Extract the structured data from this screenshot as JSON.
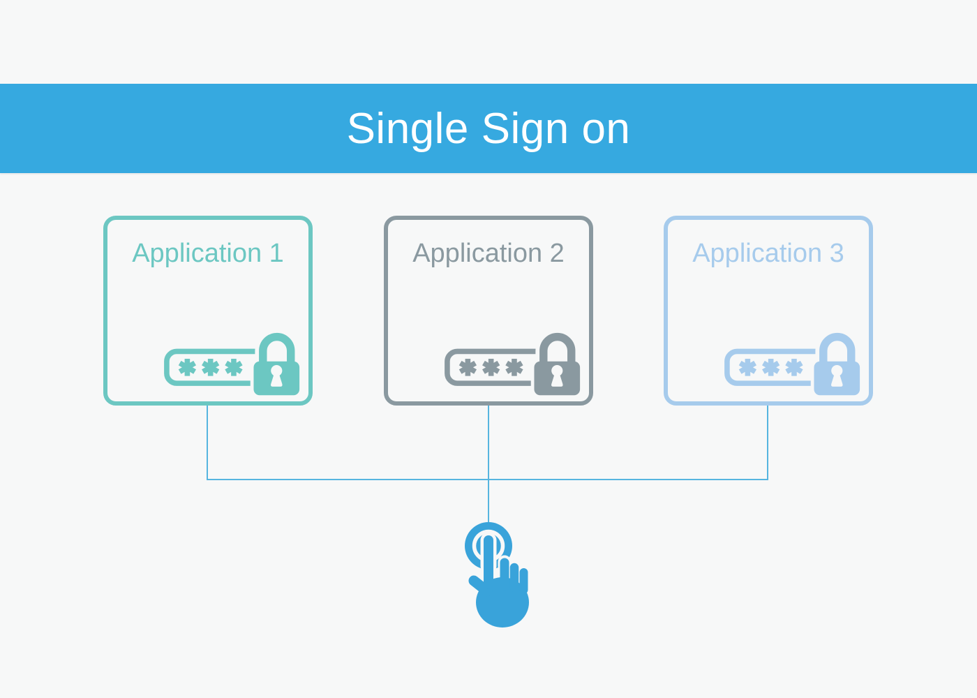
{
  "banner": {
    "title": "Single Sign on"
  },
  "colors": {
    "background": "#F7F8F8",
    "banner_background": "#36A9E0",
    "title_text": "#FFFFFF",
    "connector_line": "#56B5E0",
    "touch_icon": "#39A3DA"
  },
  "applications": [
    {
      "label": "Application 1",
      "accent": "#6CC7C2",
      "password_mask": "***"
    },
    {
      "label": "Application 2",
      "accent": "#8A99A0",
      "password_mask": "***"
    },
    {
      "label": "Application 3",
      "accent": "#A6CBEC",
      "password_mask": "***"
    }
  ],
  "icons": {
    "padlock": "padlock-icon",
    "password_field": "password-field-icon",
    "tap": "tap-gesture-icon"
  }
}
